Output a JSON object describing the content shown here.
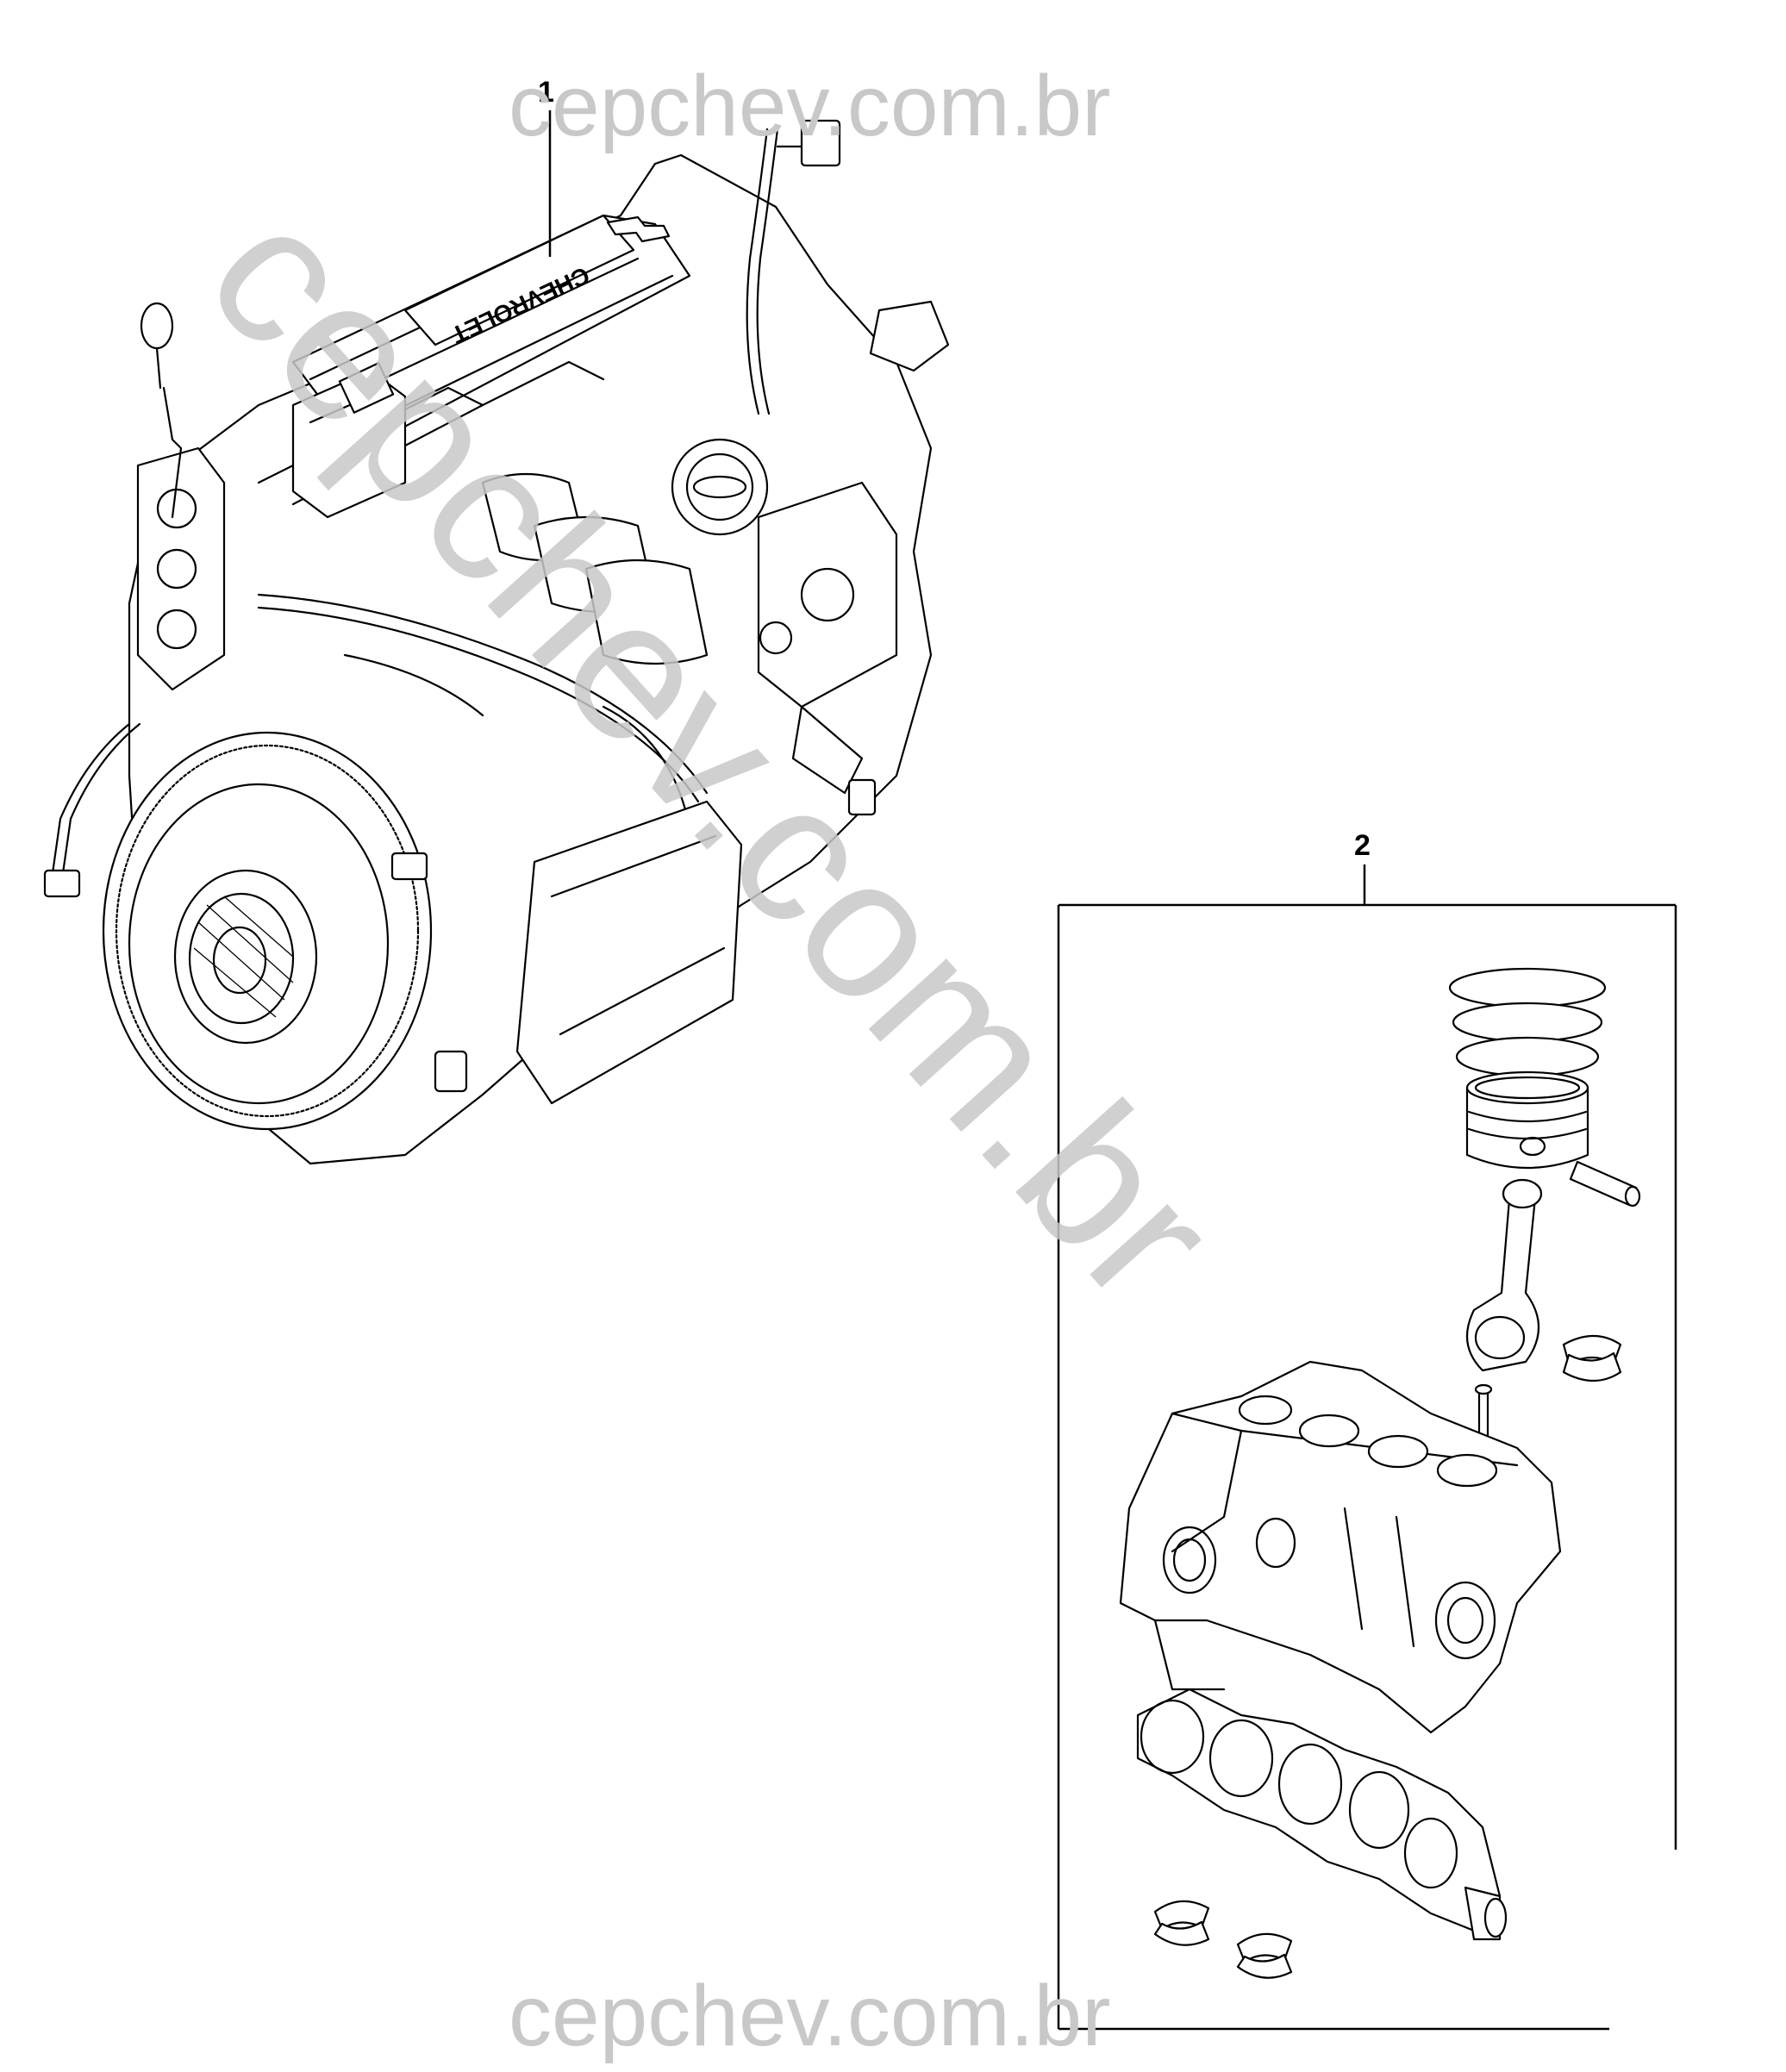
{
  "watermark": {
    "top": "cepchev.com.br",
    "bottom": "cepchev.com.br",
    "diagonal": "cepchev.com.br"
  },
  "callouts": [
    {
      "label": "1",
      "part": "engine-assembly"
    },
    {
      "label": "2",
      "part": "short-block-kit"
    }
  ],
  "engine_cover_logo": "CHEVROLET",
  "colors": {
    "line": "#000000",
    "watermark": "#c8c8c8",
    "background": "#ffffff"
  }
}
